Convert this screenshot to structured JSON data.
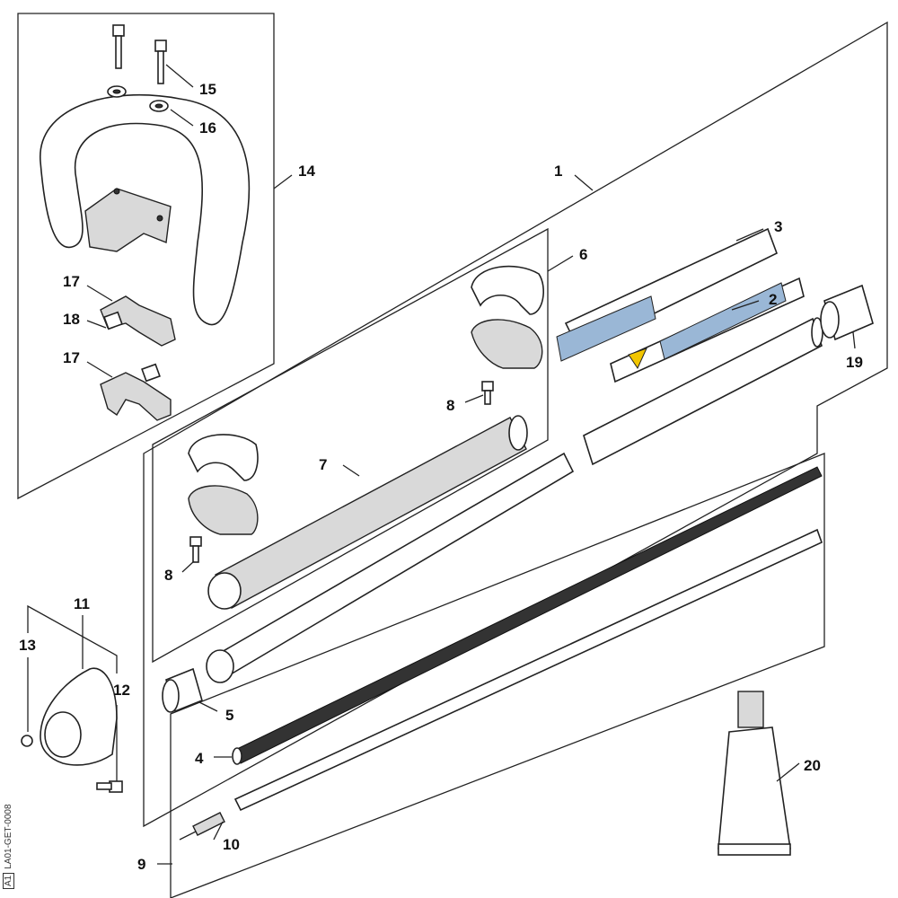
{
  "diagram": {
    "callouts": [
      "15",
      "16",
      "14",
      "1",
      "3",
      "6",
      "2",
      "17",
      "18",
      "17",
      "19",
      "8",
      "7",
      "8",
      "11",
      "13",
      "12",
      "5",
      "4",
      "20",
      "10",
      "9"
    ],
    "doc_code": "LA01-GET-0008",
    "revision": "A1"
  }
}
